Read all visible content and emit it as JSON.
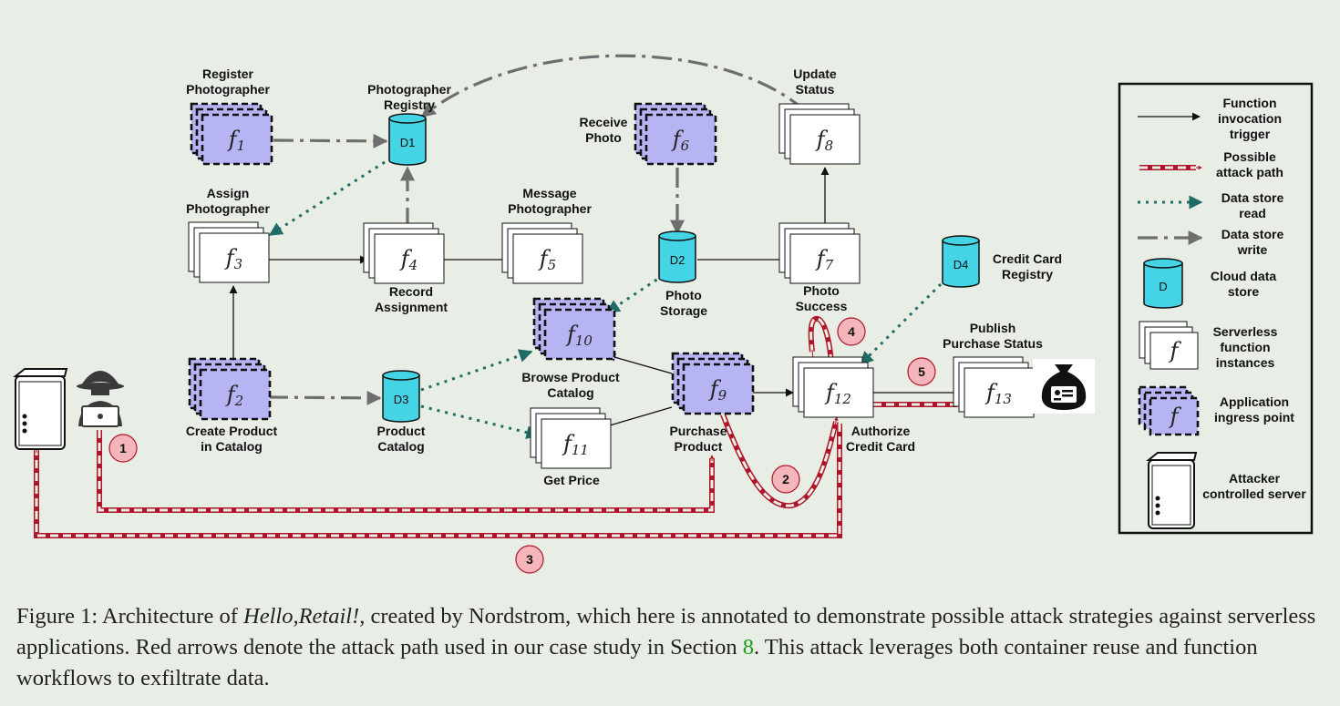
{
  "functions": [
    {
      "id": "f1",
      "base": "f",
      "sub": "1",
      "label": "Register\nPhotographer",
      "ingress": true
    },
    {
      "id": "f2",
      "base": "f",
      "sub": "2",
      "label": "Create Product\nin Catalog",
      "ingress": true
    },
    {
      "id": "f3",
      "base": "f",
      "sub": "3",
      "label": "Assign\nPhotographer",
      "ingress": false
    },
    {
      "id": "f4",
      "base": "f",
      "sub": "4",
      "label": "Record\nAssignment",
      "ingress": false
    },
    {
      "id": "f5",
      "base": "f",
      "sub": "5",
      "label": "Message\nPhotographer",
      "ingress": false
    },
    {
      "id": "f6",
      "base": "f",
      "sub": "6",
      "label": "Receive\nPhoto",
      "ingress": true
    },
    {
      "id": "f7",
      "base": "f",
      "sub": "7",
      "label": "Photo\nSuccess",
      "ingress": false
    },
    {
      "id": "f8",
      "base": "f",
      "sub": "8",
      "label": "Update\nStatus",
      "ingress": false
    },
    {
      "id": "f9",
      "base": "f",
      "sub": "9",
      "label": "Purchase\nProduct",
      "ingress": true
    },
    {
      "id": "f10",
      "base": "f",
      "sub": "10",
      "label": "Browse Product\nCatalog",
      "ingress": true
    },
    {
      "id": "f11",
      "base": "f",
      "sub": "11",
      "label": "Get Price",
      "ingress": false
    },
    {
      "id": "f12",
      "base": "f",
      "sub": "12",
      "label": "Authorize\nCredit Card",
      "ingress": false
    },
    {
      "id": "f13",
      "base": "f",
      "sub": "13",
      "label": "Publish\nPurchase Status",
      "ingress": false
    }
  ],
  "datastores": [
    {
      "id": "D1",
      "text": "D1",
      "label": "Photographer\nRegistry"
    },
    {
      "id": "D2",
      "text": "D2",
      "label": "Photo\nStorage"
    },
    {
      "id": "D3",
      "text": "D3",
      "label": "Product\nCatalog"
    },
    {
      "id": "D4",
      "text": "D4",
      "label": "Credit Card\nRegistry"
    }
  ],
  "attack_steps": [
    "1",
    "2",
    "3",
    "4",
    "5"
  ],
  "legend": {
    "invocation": "Function\ninvocation\ntrigger",
    "attack": "Possible\nattack path",
    "read": "Data store\nread",
    "write": "Data store\nwrite",
    "store_symbol": "D",
    "store": "Cloud data\nstore",
    "instance_symbol": "f",
    "instances": "Serverless\nfunction\ninstances",
    "ingress": "Application\ningress point",
    "server": "Attacker\ncontrolled server"
  },
  "caption": {
    "part1": "Figure 1: Architecture of ",
    "app_name": "Hello,Retail!",
    "part2": ", created by Nordstrom, which here is annotated to demonstrate possible attack strategies against serverless applications. Red arrows denote the attack path used in our case study in Section ",
    "section_ref": "8",
    "part3": ". This attack leverages both container reuse and function workflows to exfiltrate data."
  },
  "colors": {
    "ingress_fill": "#b7b4f4",
    "datastore_fill": "#45d3e6",
    "attack_red": "#b0162a",
    "read_teal": "#1f6b66",
    "write_gray": "#6e6e6e",
    "step_fill": "#f4b6bb",
    "section_ref": "#1a9e1a"
  }
}
